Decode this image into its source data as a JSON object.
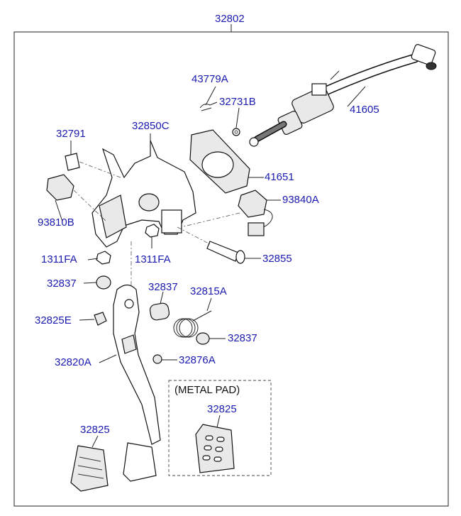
{
  "diagram": {
    "assembly_number": "32802",
    "metal_pad_caption": "(METAL PAD)",
    "labels": {
      "l_43779A": "43779A",
      "l_32731B": "32731B",
      "l_41605": "41605",
      "l_32791": "32791",
      "l_32850C": "32850C",
      "l_41651": "41651",
      "l_93840A": "93840A",
      "l_93810B": "93810B",
      "l_1311FA_left": "1311FA",
      "l_1311FA_mid": "1311FA",
      "l_32855": "32855",
      "l_32837_a": "32837",
      "l_32837_b": "32837",
      "l_32815A": "32815A",
      "l_32825E": "32825E",
      "l_32837_c": "32837",
      "l_32820A": "32820A",
      "l_32876A": "32876A",
      "l_32825_metal": "32825",
      "l_32825_rubber": "32825"
    }
  },
  "colors": {
    "label_blue": "#1a1ab0",
    "line": "#222222"
  }
}
